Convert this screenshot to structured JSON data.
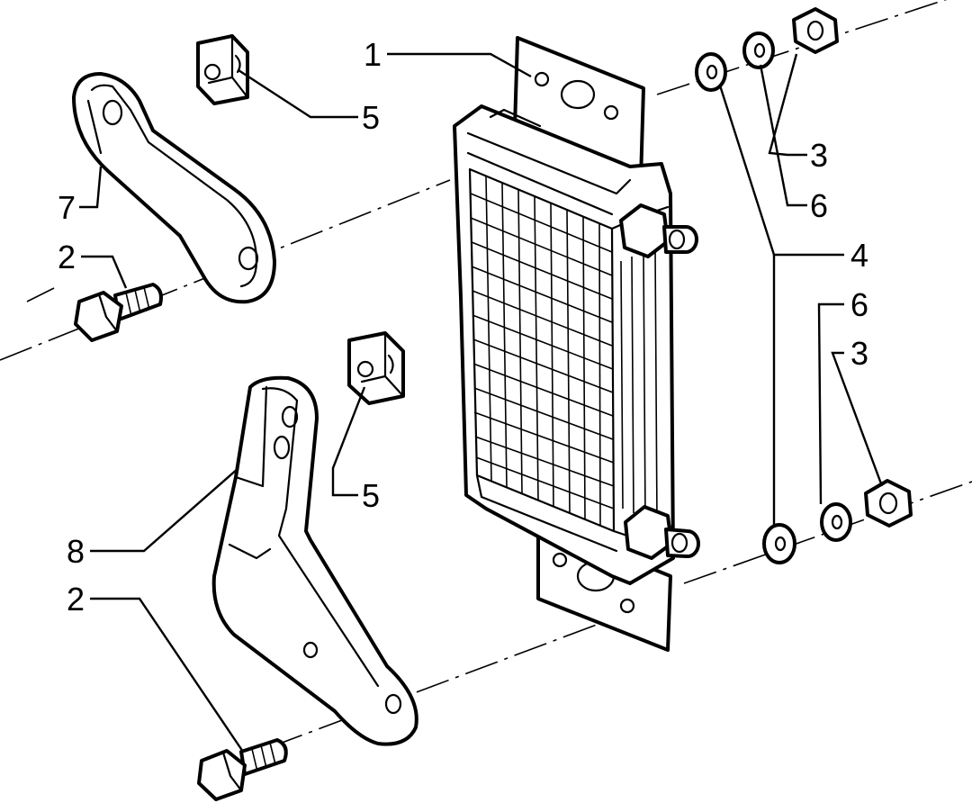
{
  "callouts": {
    "c1": "1",
    "c2a": "2",
    "c2b": "2",
    "c3a": "3",
    "c3b": "3",
    "c4": "4",
    "c5a": "5",
    "c5b": "5",
    "c6a": "6",
    "c6b": "6",
    "c7": "7",
    "c8": "8"
  }
}
